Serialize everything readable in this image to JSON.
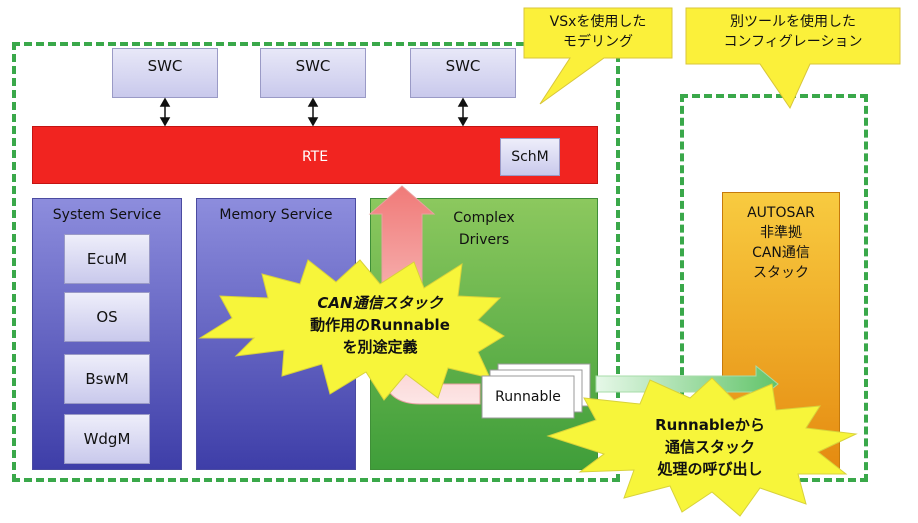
{
  "swc": [
    "SWC",
    "SWC",
    "SWC"
  ],
  "rte": {
    "label": "RTE",
    "schm": "SchM"
  },
  "system_service": {
    "title": "System Service",
    "modules": [
      "EcuM",
      "OS",
      "BswM",
      "WdgM"
    ]
  },
  "memory_service": {
    "title": "Memory Service"
  },
  "complex_drivers": {
    "title_line1": "Complex",
    "title_line2": "Drivers"
  },
  "autosar_stack": {
    "line1": "AUTOSAR",
    "line2": "非準拠",
    "line3": "CAN通信",
    "line4": "スタック"
  },
  "callout_vsx": {
    "line1": "VSxを使用した",
    "line2": "モデリング"
  },
  "callout_tool": {
    "line1": "別ツールを使用した",
    "line2": "コンフィグレーション"
  },
  "burst_left": {
    "line1": "CAN通信スタック",
    "line2": "動作用のRunnable",
    "line3": "を別途定義"
  },
  "runnable": "Runnable",
  "burst_right": {
    "line1": "Runnableから",
    "line2": "通信スタック",
    "line3": "処理の呼び出し"
  },
  "colors": {
    "dash_green": "#3aa84a",
    "rte_red": "#f12420",
    "burst_yellow": "#f7f53a",
    "callout_yellow": "#fbf03a"
  }
}
